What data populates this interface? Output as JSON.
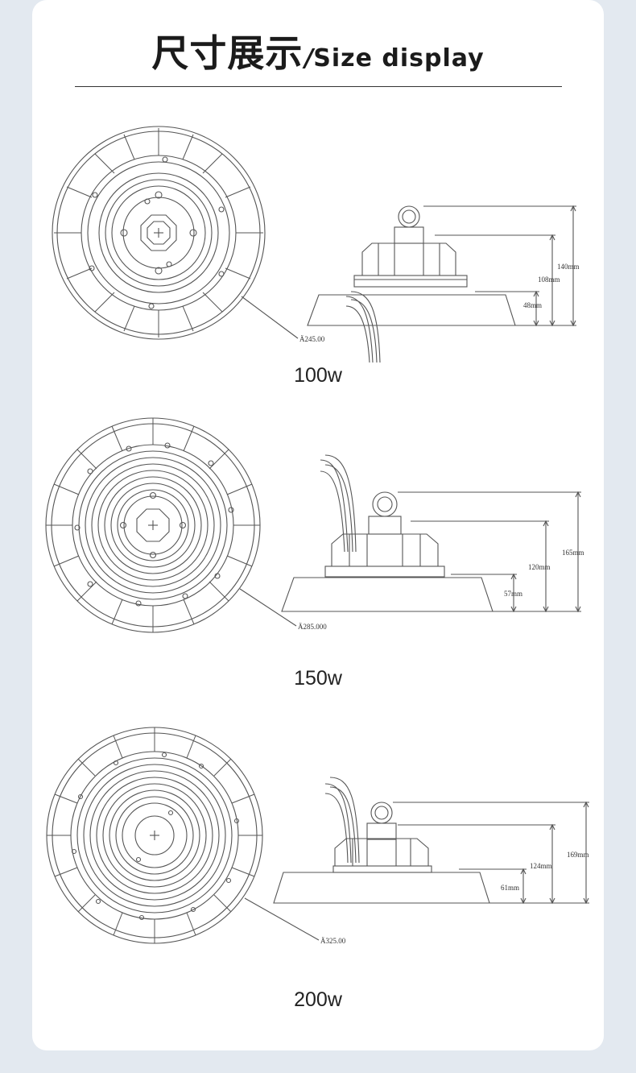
{
  "header": {
    "title_cn": "尺寸展示",
    "title_slash": "/",
    "title_en": "Size  display"
  },
  "models": [
    {
      "watt": "100w",
      "diameter": "Ä245.00",
      "h_total": "140mm",
      "h_mid": "108mm",
      "h_low": "48mm"
    },
    {
      "watt": "150w",
      "diameter": "Ä285.000",
      "h_total": "165mm",
      "h_mid": "120mm",
      "h_low": "57mm"
    },
    {
      "watt": "200w",
      "diameter": "Ä325.00",
      "h_total": "169mm",
      "h_mid": "124mm",
      "h_low": "61mm"
    }
  ],
  "colors": {
    "page_bg": "#e3e9f0",
    "card_bg": "#ffffff",
    "line": "#555555",
    "text": "#222222"
  }
}
